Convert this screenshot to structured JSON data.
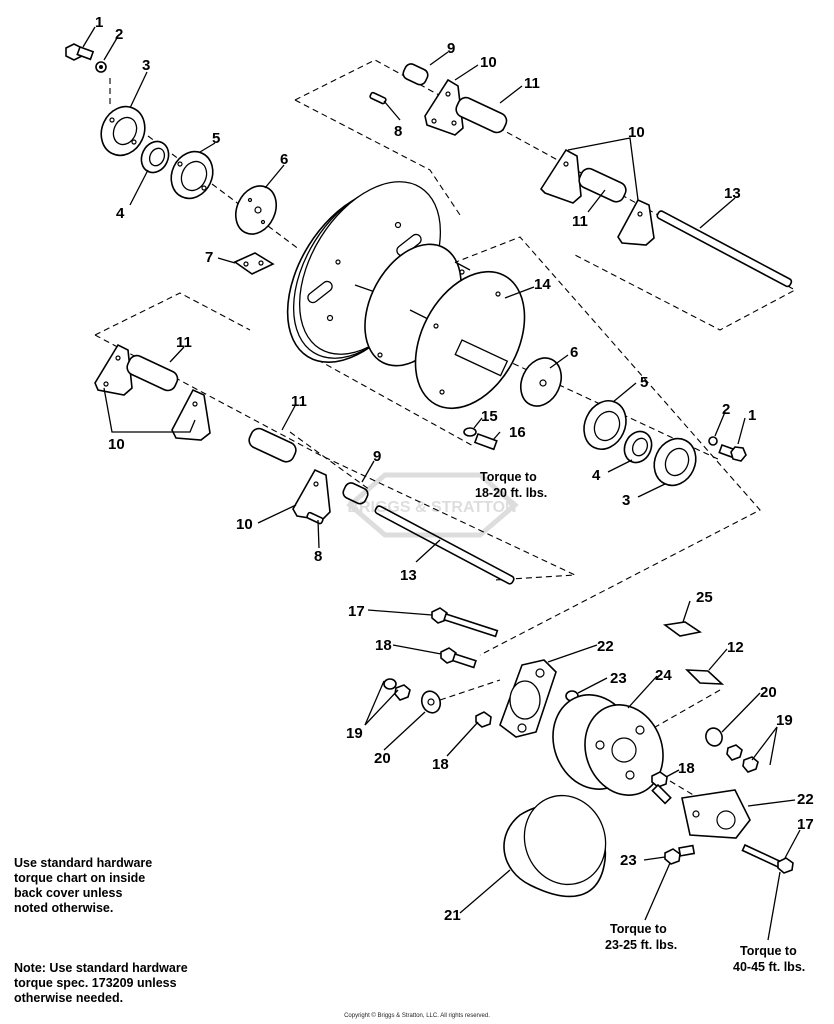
{
  "part_numbers": {
    "n1a": "1",
    "n2a": "2",
    "n3a": "3",
    "n4a": "4",
    "n5a": "5",
    "n6a": "6",
    "n7": "7",
    "n8a": "8",
    "n9a": "9",
    "n10a": "10",
    "n11a": "11",
    "n10b": "10",
    "n11b": "11",
    "n13a": "13",
    "n14": "14",
    "n6b": "6",
    "n11c": "11",
    "n10c": "10",
    "n11d": "11",
    "n15": "15",
    "n16": "16",
    "n5b": "5",
    "n2b": "2",
    "n1b": "1",
    "n4b": "4",
    "n3b": "3",
    "n9b": "9",
    "n10d": "10",
    "n8b": "8",
    "n13b": "13",
    "n17a": "17",
    "n25": "25",
    "n18a": "18",
    "n22a": "22",
    "n12": "12",
    "n23a": "23",
    "n24": "24",
    "n19a": "19",
    "n20a": "20",
    "n18b": "18",
    "n20b": "20",
    "n19b": "19",
    "n18c": "18",
    "n22b": "22",
    "n17b": "17",
    "n23b": "23",
    "n21": "21"
  },
  "torque_callouts": {
    "t16": [
      "Torque to",
      "18-20 ft. lbs."
    ],
    "t23": [
      "Torque to",
      "23-25 ft. lbs."
    ],
    "t17": [
      "Torque to",
      "40-45 ft. lbs."
    ]
  },
  "notes": {
    "standard": [
      "Use standard hardware",
      "torque chart on inside",
      "back cover unless",
      "noted otherwise."
    ],
    "spec": [
      "Note: Use standard hardware",
      "torque spec. 173209 unless",
      "otherwise needed."
    ]
  },
  "watermark_text": "BRIGGS & STRATTON",
  "copyright": "Copyright © Briggs & Stratton, LLC. All rights reserved."
}
